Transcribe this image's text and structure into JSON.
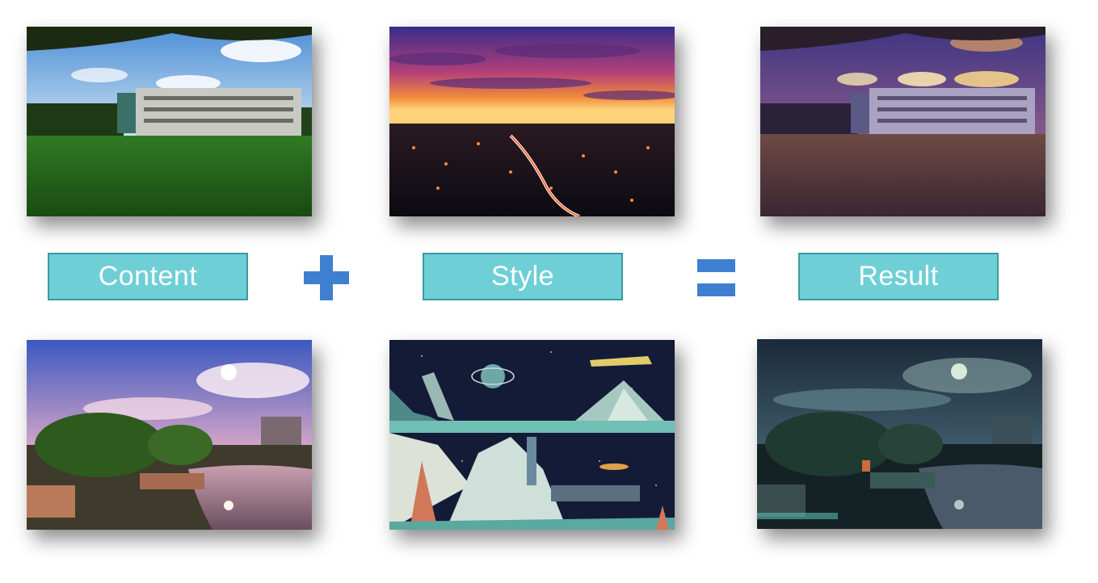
{
  "labels": {
    "content": "Content",
    "style": "Style",
    "result": "Result"
  },
  "operators": {
    "plus_icon": "plus-icon",
    "equals_icon": "equals-icon"
  },
  "colors": {
    "label_fill": "#6fcfd6",
    "label_border": "#3a9aa2",
    "operator_blue": "#3f7fd0"
  }
}
